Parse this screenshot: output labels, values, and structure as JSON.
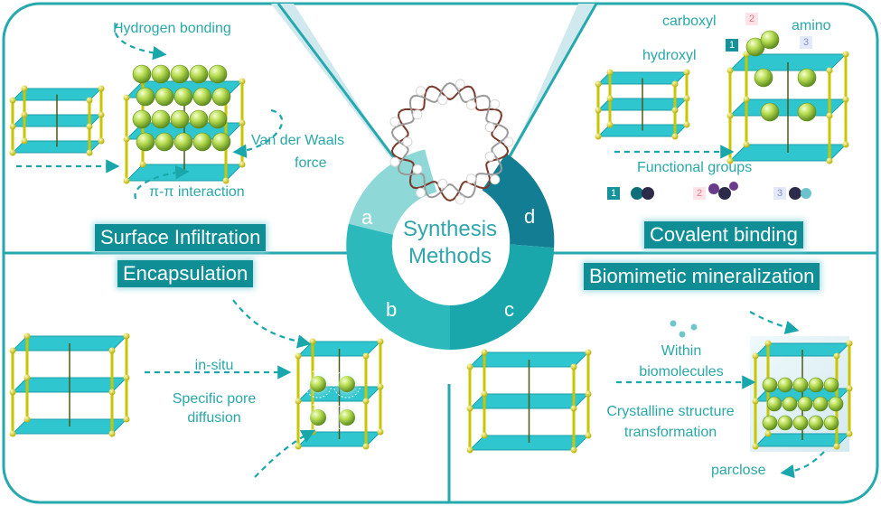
{
  "center": {
    "line1": "Synthesis",
    "line2": "Methods"
  },
  "segments": [
    "a",
    "b",
    "c",
    "d"
  ],
  "panels": {
    "a": {
      "title": "Surface Infiltration",
      "labels": [
        "Hydrogen bonding",
        "Van der Waals",
        "force",
        "π-π interaction"
      ]
    },
    "d": {
      "title": "Covalent binding",
      "labels": [
        "carboxyl",
        "amino",
        "hydroxyl",
        "Functional groups"
      ],
      "group_numbers": [
        "1",
        "2",
        "3"
      ]
    },
    "b": {
      "title": "Encapsulation",
      "labels": [
        "in-situ",
        "Specific pore",
        "diffusion"
      ]
    },
    "c": {
      "title": "Biomimetic mineralization",
      "labels": [
        "Within",
        "biomolecules",
        "Crystalline structure",
        "transformation",
        "parclose"
      ]
    }
  },
  "colors": {
    "teal": "#1aa7ac",
    "dark_teal": "#0f8f95",
    "frame": "#26a9ae",
    "plate": "#2fc6cf",
    "rod": "#c9c600",
    "sphere": "#b6d84a"
  }
}
